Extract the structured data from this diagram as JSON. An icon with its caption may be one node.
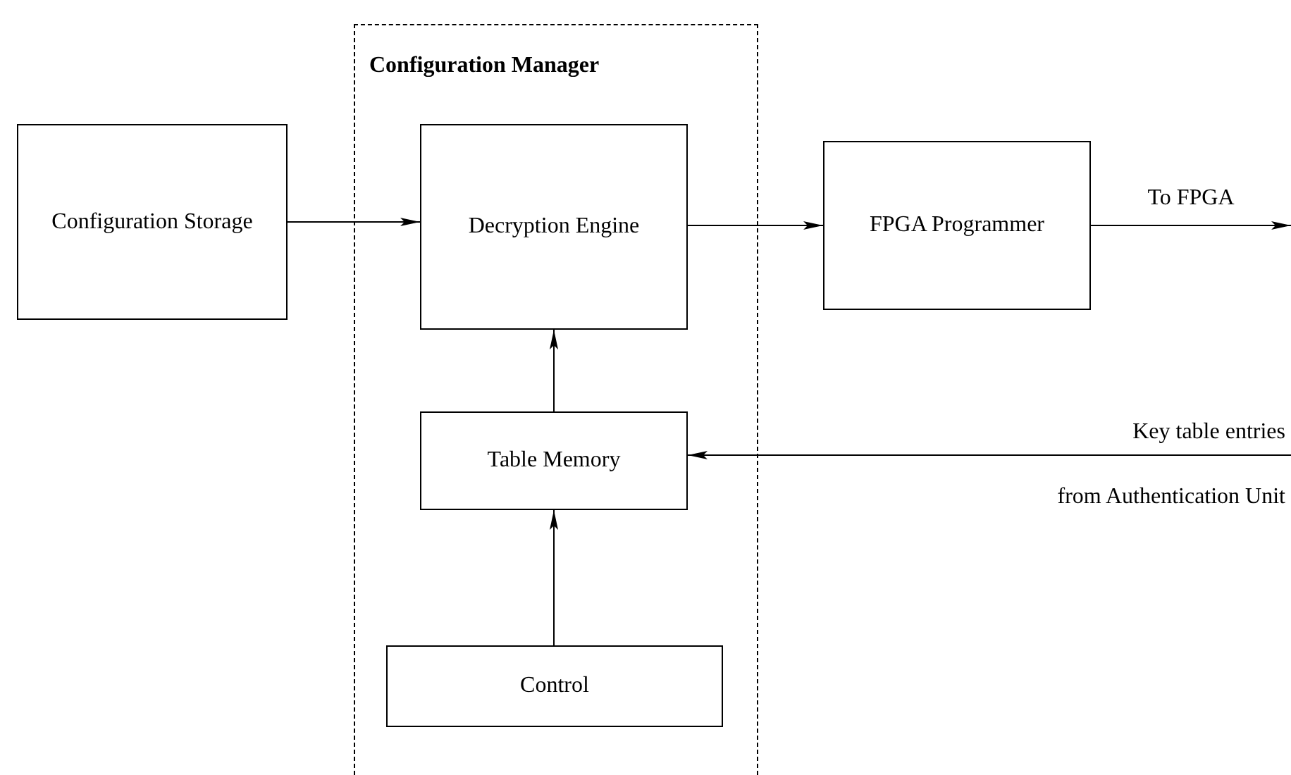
{
  "diagram": {
    "nodes": [
      {
        "text": [
          "Configuration Manager"
        ]
      },
      {
        "text": [
          "Configuration Storage"
        ]
      },
      {
        "text": [
          "Decryption Engine"
        ],
        "in": 0
      },
      {
        "text": [
          "Table Memory"
        ],
        "in": 0
      },
      {
        "text": [
          "Control"
        ],
        "in": 0
      },
      {
        "text": [
          "FPGA Programmer"
        ]
      },
      {
        "text": [
          "Key table entries",
          "from Authentication Unit"
        ]
      }
    ],
    "edges": [
      {
        "from": 1,
        "to": 2,
        "arrow": "to"
      },
      {
        "from": 2,
        "to": 5,
        "arrow": "to"
      },
      {
        "from": 3,
        "to": 2,
        "arrow": "to"
      },
      {
        "from": 4,
        "to": 3,
        "arrow": "to"
      },
      {
        "from": 5,
        "to": null,
        "arrow": "to",
        "label": "To FPGA"
      },
      {
        "from": 6,
        "to": 3,
        "arrow": "to"
      }
    ]
  }
}
